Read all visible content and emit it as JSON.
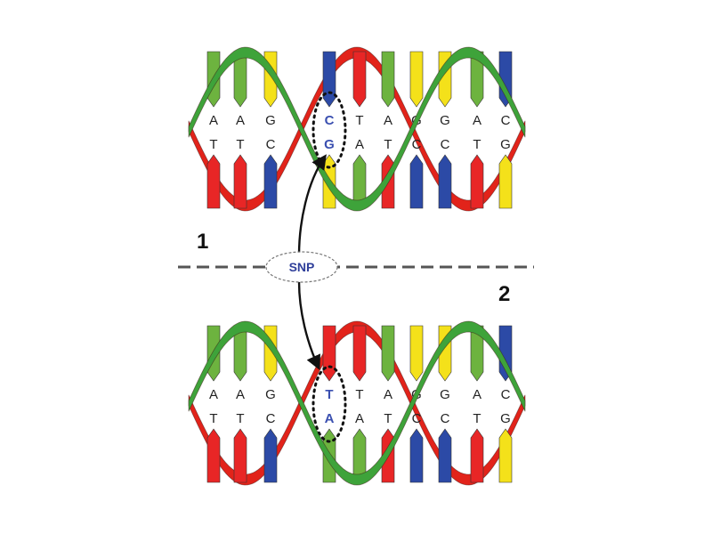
{
  "colors": {
    "A": "#6db33f",
    "T": "#e82626",
    "C": "#2c4aa6",
    "G": "#f4e11a",
    "strand_red": "#e2231a",
    "strand_green": "#3ea33a",
    "snp_text": "#3a4fb0"
  },
  "labels": {
    "helix1": "1",
    "helix2": "2",
    "snp": "SNP"
  },
  "helix1": {
    "top": [
      "A",
      "A",
      "G",
      "C",
      "T",
      "A",
      "G",
      "G",
      "A",
      "C"
    ],
    "bottom": [
      "T",
      "T",
      "C",
      "G",
      "A",
      "T",
      "C",
      "C",
      "T",
      "G"
    ],
    "snp_index": 3
  },
  "helix2": {
    "top": [
      "A",
      "A",
      "G",
      "T",
      "T",
      "A",
      "G",
      "G",
      "A",
      "C"
    ],
    "bottom": [
      "T",
      "T",
      "C",
      "A",
      "A",
      "T",
      "C",
      "C",
      "T",
      "G"
    ],
    "snp_index": 3
  }
}
